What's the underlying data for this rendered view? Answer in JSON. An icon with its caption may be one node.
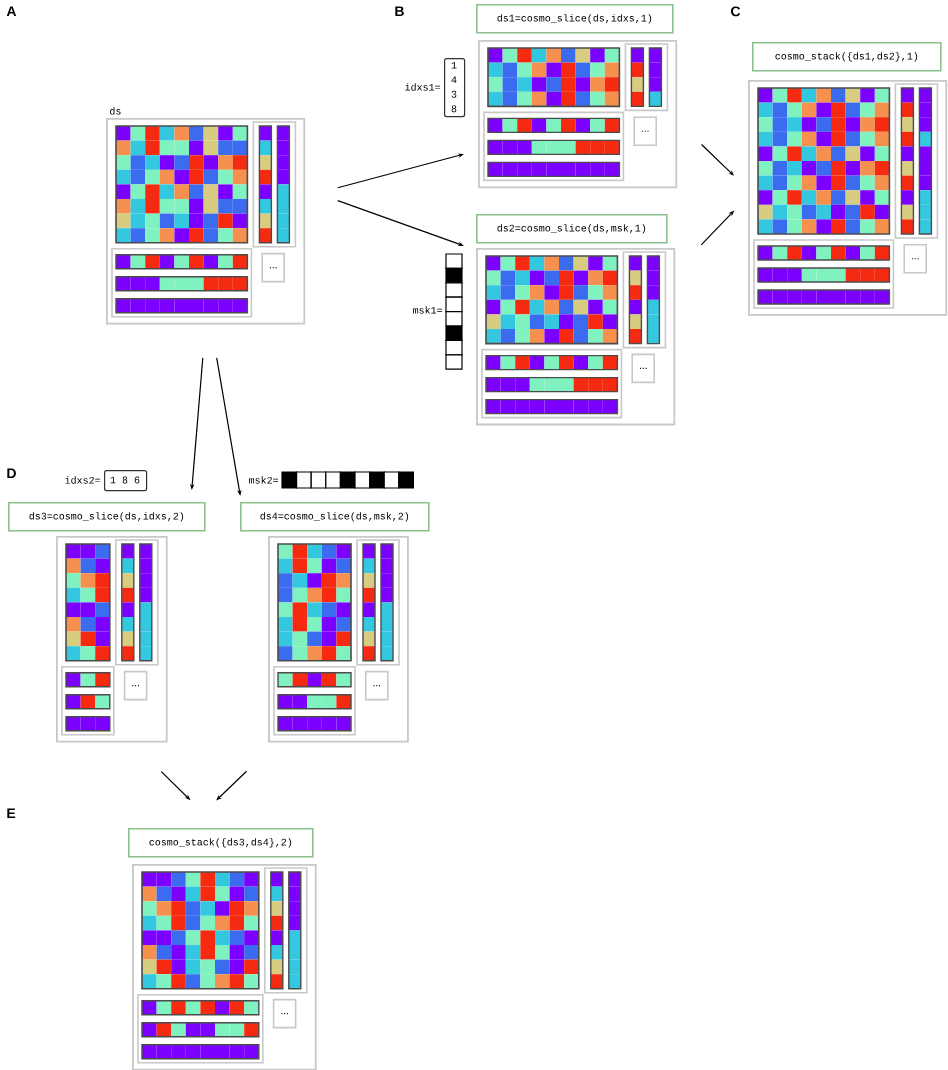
{
  "diagram": {
    "nodes": [
      {
        "text": [
          "ds"
        ]
      },
      {
        "text": [
          "..."
        ],
        "in": 0
      },
      {
        "text": [
          "ds1=cosmo_slice(ds,idxs,1)"
        ]
      },
      {
        "text": [
          "1",
          "4",
          "3",
          "8"
        ],
        "beside": [
          "idxs1="
        ]
      },
      {
        "text": [],
        "shape": "box"
      },
      {
        "text": [
          "..."
        ],
        "in": 4
      },
      {
        "text": [
          "ds2=cosmo_slice(ds,msk,1)"
        ]
      },
      {
        "text": [],
        "shape": "box"
      },
      {
        "text": [
          "..."
        ],
        "in": 7
      },
      {
        "text": [
          "cosmo_stack({ds1,ds2},1)"
        ]
      },
      {
        "text": [],
        "shape": "box"
      },
      {
        "text": [
          "..."
        ],
        "in": 10
      },
      {
        "text": [
          "1 8 6"
        ],
        "beside": [
          "idxs2="
        ]
      },
      {
        "text": [
          "ds3=cosmo_slice(ds,idxs,2)"
        ]
      },
      {
        "text": [],
        "shape": "box"
      },
      {
        "text": [
          "..."
        ],
        "in": 14
      },
      {
        "text": [
          "ds4=cosmo_slice(ds,msk,2)"
        ]
      },
      {
        "text": [],
        "shape": "box"
      },
      {
        "text": [
          "..."
        ],
        "in": 17
      },
      {
        "text": [
          "cosmo_stack({ds3,ds4},2)"
        ]
      },
      {
        "text": [],
        "shape": "box"
      },
      {
        "text": [
          "..."
        ],
        "in": 20
      }
    ],
    "edges": [
      {
        "from": 0,
        "to": 4,
        "arrow": "to"
      },
      {
        "from": 0,
        "to": 7,
        "arrow": "to"
      },
      {
        "from": 4,
        "to": 10,
        "arrow": "to"
      },
      {
        "from": 7,
        "to": 10,
        "arrow": "to"
      },
      {
        "from": 0,
        "to": 13,
        "arrow": "to"
      },
      {
        "from": 0,
        "to": 16,
        "arrow": "to"
      },
      {
        "from": 14,
        "to": 19,
        "arrow": "to"
      },
      {
        "from": 17,
        "to": 19,
        "arrow": "to"
      }
    ],
    "labels": [
      "A",
      "B",
      "C",
      "msk1=",
      "D",
      "msk2=",
      "E"
    ]
  }
}
